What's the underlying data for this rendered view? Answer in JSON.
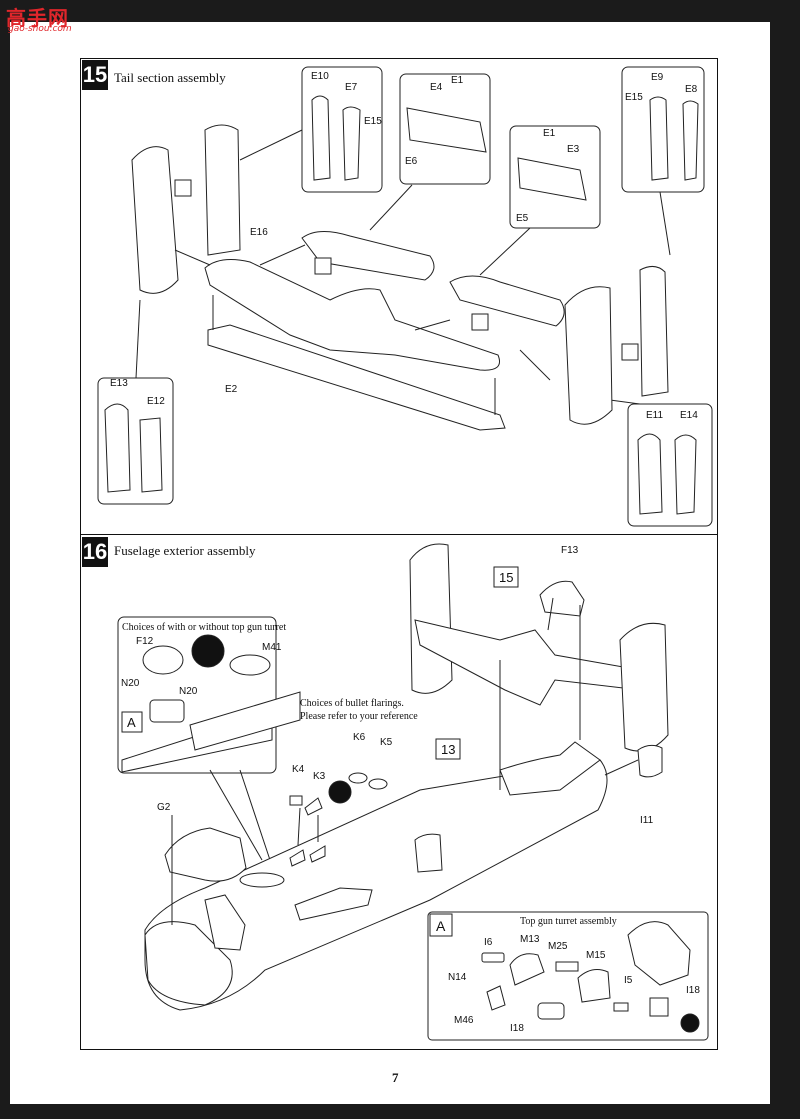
{
  "watermark": {
    "main": "高手网",
    "sub": "gao-shou.com"
  },
  "step15": {
    "number": "15",
    "title": "Tail section assembly",
    "labels": [
      "E10",
      "E7",
      "E15",
      "E4",
      "E1",
      "E6",
      "E1",
      "E3",
      "E5",
      "E9",
      "E15",
      "E8",
      "E16",
      "E2",
      "E13",
      "E12",
      "E11",
      "E14"
    ]
  },
  "step16": {
    "number": "16",
    "title": "Fuselage exterior assembly",
    "turret_choice_note": "Choices of with or without top gun turret",
    "bullet_note_line1": "Choices of bullet flarings.",
    "bullet_note_line2": "Please refer to your reference",
    "ref15": "15",
    "ref13": "13",
    "callout_a": "A",
    "inset_title": "Top gun turret assembly",
    "labels": [
      "F13",
      "F12",
      "M41",
      "N20",
      "N20",
      "K6",
      "K5",
      "K4",
      "K3",
      "G2",
      "I11"
    ],
    "inset_labels": [
      "I6",
      "M13",
      "M25",
      "M15",
      "N14",
      "I5",
      "I18",
      "M46",
      "I18"
    ]
  },
  "page_number": "7"
}
